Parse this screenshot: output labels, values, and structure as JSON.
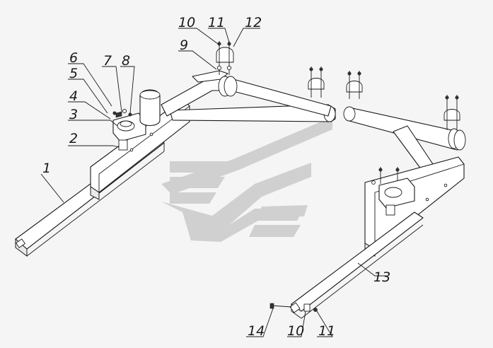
{
  "callouts": [
    "1",
    "2",
    "3",
    "4",
    "5",
    "6",
    "7",
    "8",
    "9",
    "10",
    "11",
    "12",
    "13",
    "14",
    "10",
    "11"
  ],
  "colors": {
    "line": "#1a1a1a",
    "background": "#f5f5f5",
    "watermark": "#c9c9c9"
  },
  "watermark": {
    "icon": "logo-stripes-icon"
  }
}
